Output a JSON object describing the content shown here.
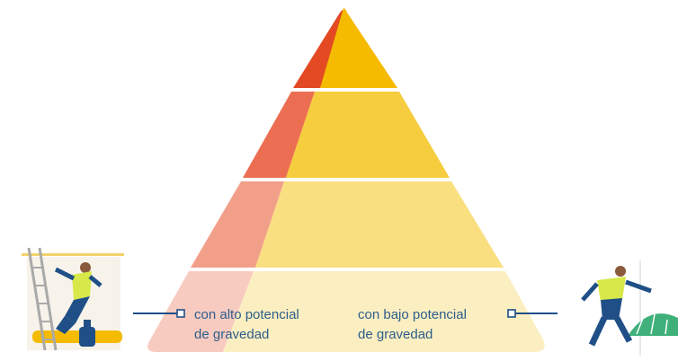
{
  "labels": {
    "high_line1": "con alto potencial",
    "high_line2": "de gravedad",
    "low_line1": "con bajo potencial",
    "low_line2": "de gravedad"
  },
  "colors": {
    "level1_left": "#e34a23",
    "level1_right": "#f4bb00",
    "level2_left": "#ec6e52",
    "level2_right": "#f6cd3e",
    "level3_left": "#f29f8a",
    "level3_right": "#f9df80",
    "level4_left": "#f8cbc0",
    "level4_right": "#fbefc1",
    "text": "#2d5d8b",
    "connector": "#1f4f86"
  },
  "icons": {
    "left": "worker-falling-from-ladder-icon",
    "right": "worker-slipping-icon"
  }
}
